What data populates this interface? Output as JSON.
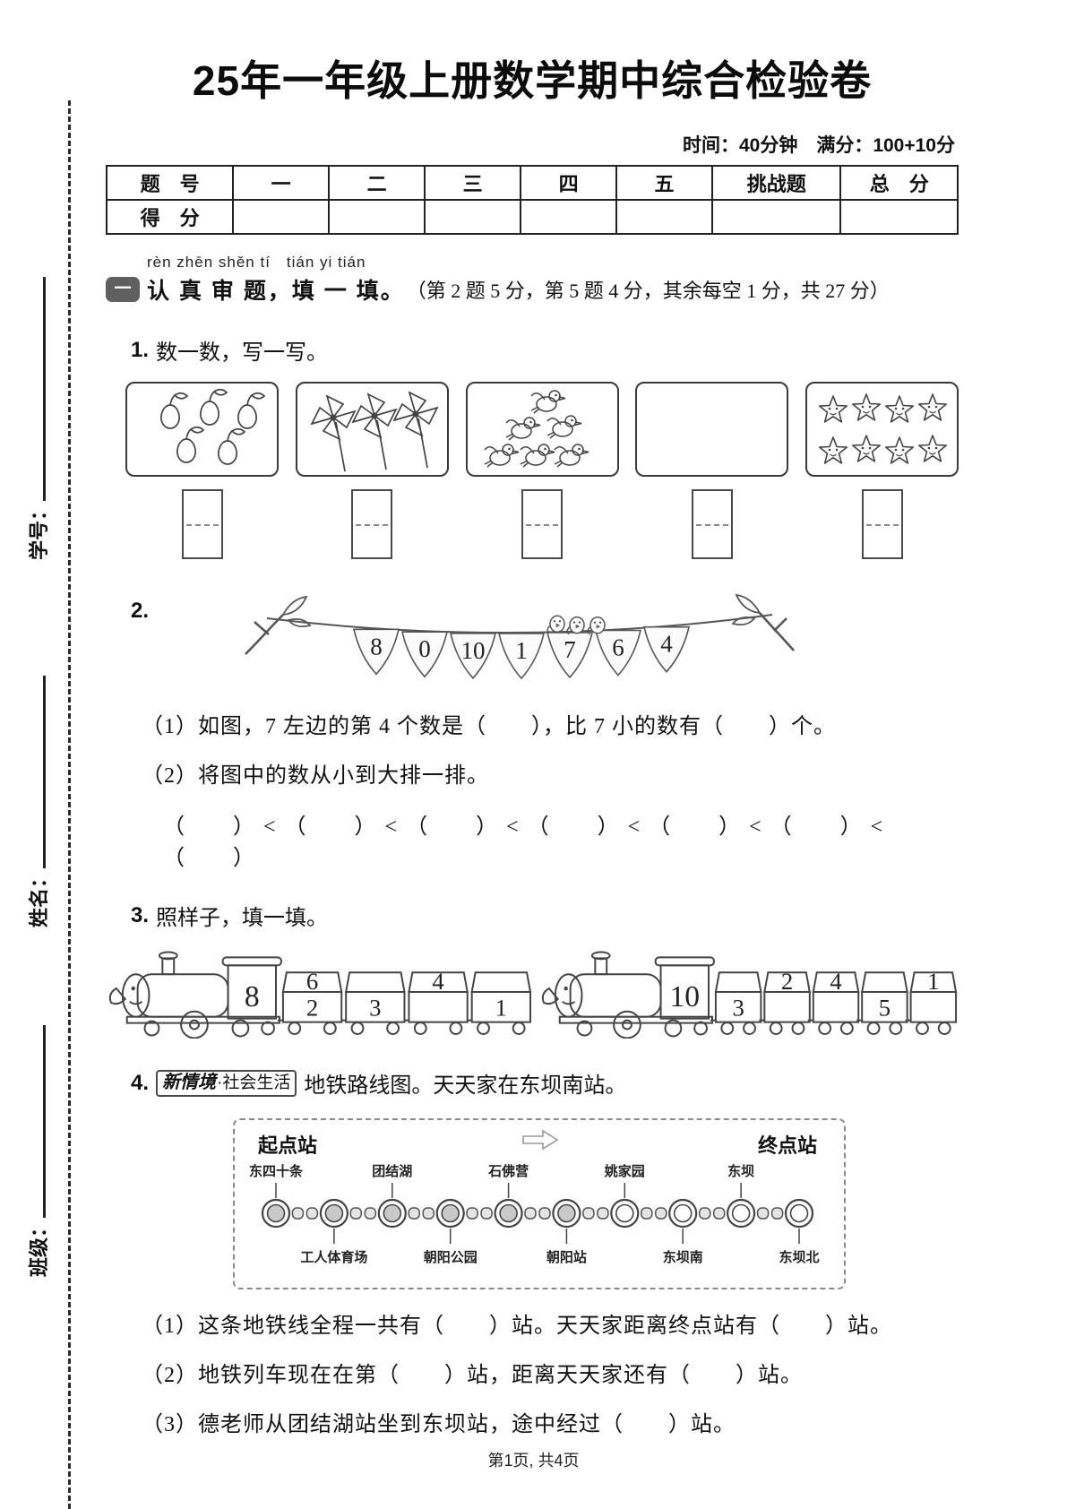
{
  "page": {
    "title": "25年一年级上册数学期中综合检验卷",
    "meta": "时间：40分钟　满分：100+10分",
    "footer": "第1页, 共4页"
  },
  "sidebar": {
    "labels": [
      "学号：",
      "姓名：",
      "班级："
    ]
  },
  "score_table": {
    "headers": [
      "题　号",
      "一",
      "二",
      "三",
      "四",
      "五",
      "挑战题",
      "总　分"
    ],
    "score_label": "得　分"
  },
  "section1": {
    "badge": "一",
    "pinyin": "rèn zhēn shěn  tí　tián  yi  tián",
    "title": "认 真 审 题，填 一 填。",
    "note": "（第 2 题 5 分，第 5 题 4 分，其余每空 1 分，共 27 分）"
  },
  "q1": {
    "number": "1.",
    "text": "数一数，写一写。",
    "items": [
      {
        "name": "pears",
        "count": 5
      },
      {
        "name": "pinwheels",
        "count": 3
      },
      {
        "name": "birds",
        "count": 6
      },
      {
        "name": "empty",
        "count": 0
      },
      {
        "name": "stars",
        "count": 8
      }
    ]
  },
  "q2": {
    "number": "2.",
    "banner_numbers": [
      "8",
      "0",
      "10",
      "1",
      "7",
      "6",
      "4"
    ],
    "sub1": "（1）如图，7 左边的第 4 个数是（　　），比 7 小的数有（　　）个。",
    "sub2": "（2）将图中的数从小到大排一排。",
    "order_line": "（　　） < （　　） < （　　） < （　　） < （　　） < （　　） < （　　）"
  },
  "q3": {
    "number": "3.",
    "text": "照样子，填一填。",
    "trains": [
      {
        "engine": "8",
        "cars": [
          {
            "roof": "6",
            "body": "2"
          },
          {
            "roof": "",
            "body": "3"
          },
          {
            "roof": "4",
            "body": ""
          },
          {
            "roof": "",
            "body": "1"
          }
        ]
      },
      {
        "engine": "10",
        "cars": [
          {
            "roof": "",
            "body": "3"
          },
          {
            "roof": "2",
            "body": ""
          },
          {
            "roof": "4",
            "body": ""
          },
          {
            "roof": "",
            "body": "5"
          },
          {
            "roof": "1",
            "body": ""
          }
        ]
      }
    ]
  },
  "q4": {
    "number": "4.",
    "badge_strong": "新情境",
    "badge_rest": "·社会生活",
    "text": "地铁路线图。天天家在东坝南站。",
    "map": {
      "start_label": "起点站",
      "end_label": "终点站",
      "stations": [
        {
          "name": "东四十条",
          "pos": "top",
          "filled": true
        },
        {
          "name": "工人体育场",
          "pos": "bottom",
          "filled": true
        },
        {
          "name": "团结湖",
          "pos": "top",
          "filled": true
        },
        {
          "name": "朝阳公园",
          "pos": "bottom",
          "filled": true
        },
        {
          "name": "石佛营",
          "pos": "top",
          "filled": true
        },
        {
          "name": "朝阳站",
          "pos": "bottom",
          "filled": true
        },
        {
          "name": "姚家园",
          "pos": "top",
          "filled": false
        },
        {
          "name": "东坝南",
          "pos": "bottom",
          "filled": false
        },
        {
          "name": "东坝",
          "pos": "top",
          "filled": false
        },
        {
          "name": "东坝北",
          "pos": "bottom",
          "filled": false
        }
      ]
    },
    "sub1": "（1）这条地铁线全程一共有（　　）站。天天家距离终点站有（　　）站。",
    "sub2": "（2）地铁列车现在在第（　　）站，距离天天家还有（　　）站。",
    "sub3": "（3）德老师从团结湖站坐到东坝站，途中经过（　　）站。"
  }
}
